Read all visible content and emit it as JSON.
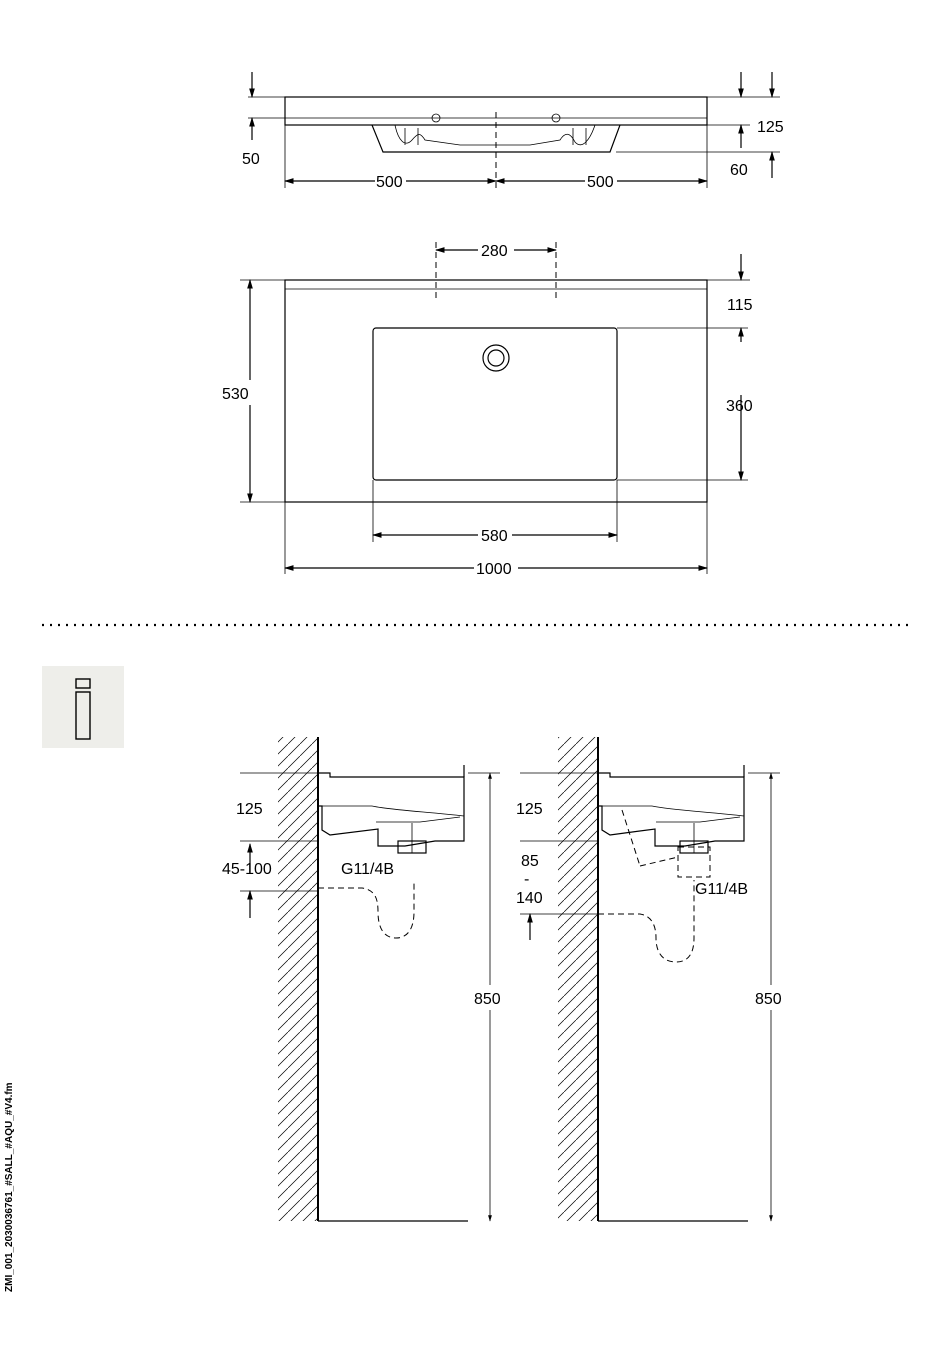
{
  "front_view": {
    "overall_height": "125",
    "bowl_depth": "60",
    "rim_height": "50",
    "half_width_left": "500",
    "half_width_right": "500"
  },
  "top_view": {
    "tap_hole_spacing": "280",
    "back_offset": "115",
    "basin_depth": "360",
    "overall_depth": "530",
    "basin_width": "580",
    "overall_width": "1000"
  },
  "info_icon": "info-icon",
  "install_left": {
    "rim_height": "125",
    "trap_offset": "45-100",
    "waste_label": "G11/4B",
    "mount_height": "850"
  },
  "install_right": {
    "rim_height": "125",
    "trap_offset_top": "85",
    "trap_offset_dash": "-",
    "trap_offset_bottom": "140",
    "waste_label": "G11/4B",
    "mount_height": "850"
  },
  "file_reference": "ZMI_001_2030036761_#SALL_#AQU_#V4.fm"
}
